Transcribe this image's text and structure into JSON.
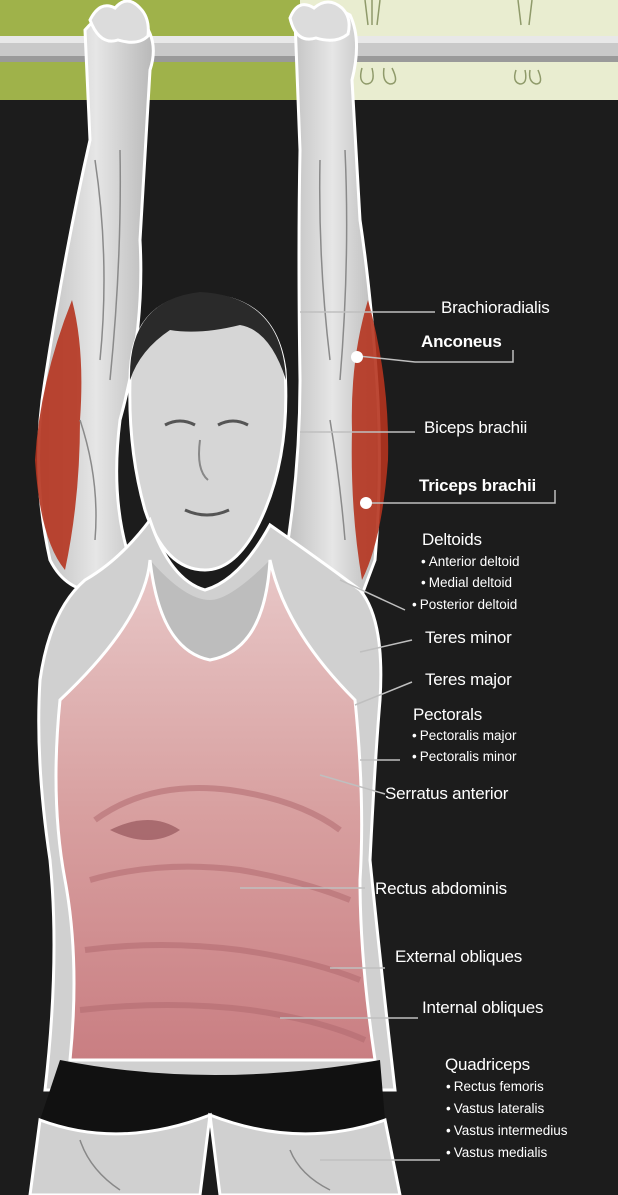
{
  "colors": {
    "background": "#1c1c1c",
    "top_band": "#9fb24a",
    "bar": "#c9c9c9",
    "skin": "#dcdcdc",
    "tank_top": "#d9a5a5",
    "muscle_highlight": "#b5341f",
    "label_text": "#ffffff"
  },
  "labels": {
    "brachioradialis": "Brachioradialis",
    "anconeus": "Anconeus",
    "biceps_brachii": "Biceps brachii",
    "triceps_brachii": "Triceps brachii",
    "deltoids": {
      "title": "Deltoids",
      "items": [
        "Anterior deltoid",
        "Medial deltoid",
        "Posterior deltoid"
      ]
    },
    "teres_minor": "Teres minor",
    "teres_major": "Teres major",
    "pectorals": {
      "title": "Pectorals",
      "items": [
        "Pectoralis major",
        "Pectoralis minor"
      ]
    },
    "serratus_anterior": "Serratus anterior",
    "rectus_abdominis": "Rectus abdominis",
    "external_obliques": "External obliques",
    "internal_obliques": "Internal obliques",
    "quadriceps": {
      "title": "Quadriceps",
      "items": [
        "Rectus femoris",
        "Vastus lateralis",
        "Vastus intermedius",
        "Vastus medialis"
      ]
    }
  },
  "highlighted_muscles": [
    "Anconeus",
    "Triceps brachii"
  ]
}
